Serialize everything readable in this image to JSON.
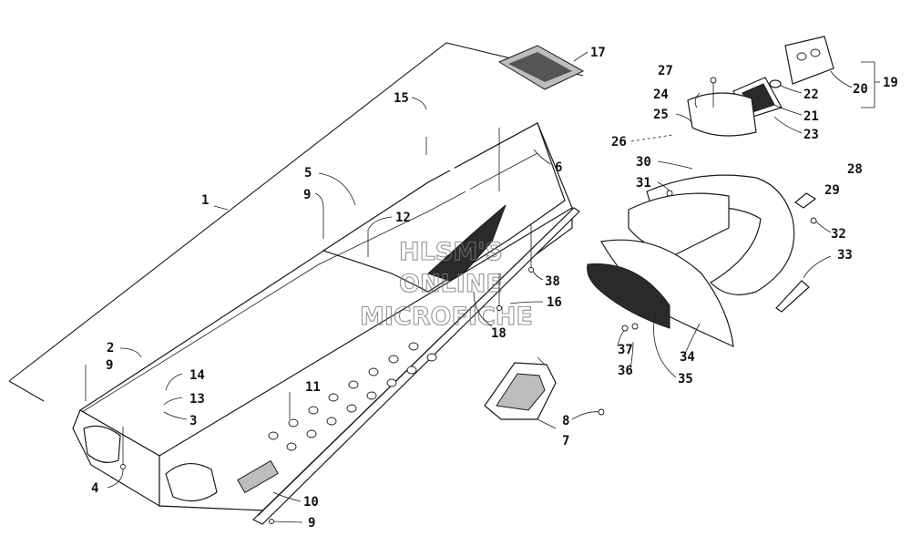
{
  "watermark": {
    "lines": [
      "HLSM'S",
      "ONLINE",
      "MICROFICHE"
    ]
  },
  "callouts": [
    "1",
    "2",
    "3",
    "4",
    "5",
    "6",
    "7",
    "8",
    "9",
    "9",
    "9",
    "9",
    "10",
    "11",
    "12",
    "13",
    "14",
    "15",
    "16",
    "17",
    "18",
    "19",
    "20",
    "21",
    "22",
    "23",
    "24",
    "25",
    "26",
    "27",
    "28",
    "29",
    "30",
    "31",
    "32",
    "33",
    "34",
    "35",
    "36",
    "37",
    "38"
  ]
}
